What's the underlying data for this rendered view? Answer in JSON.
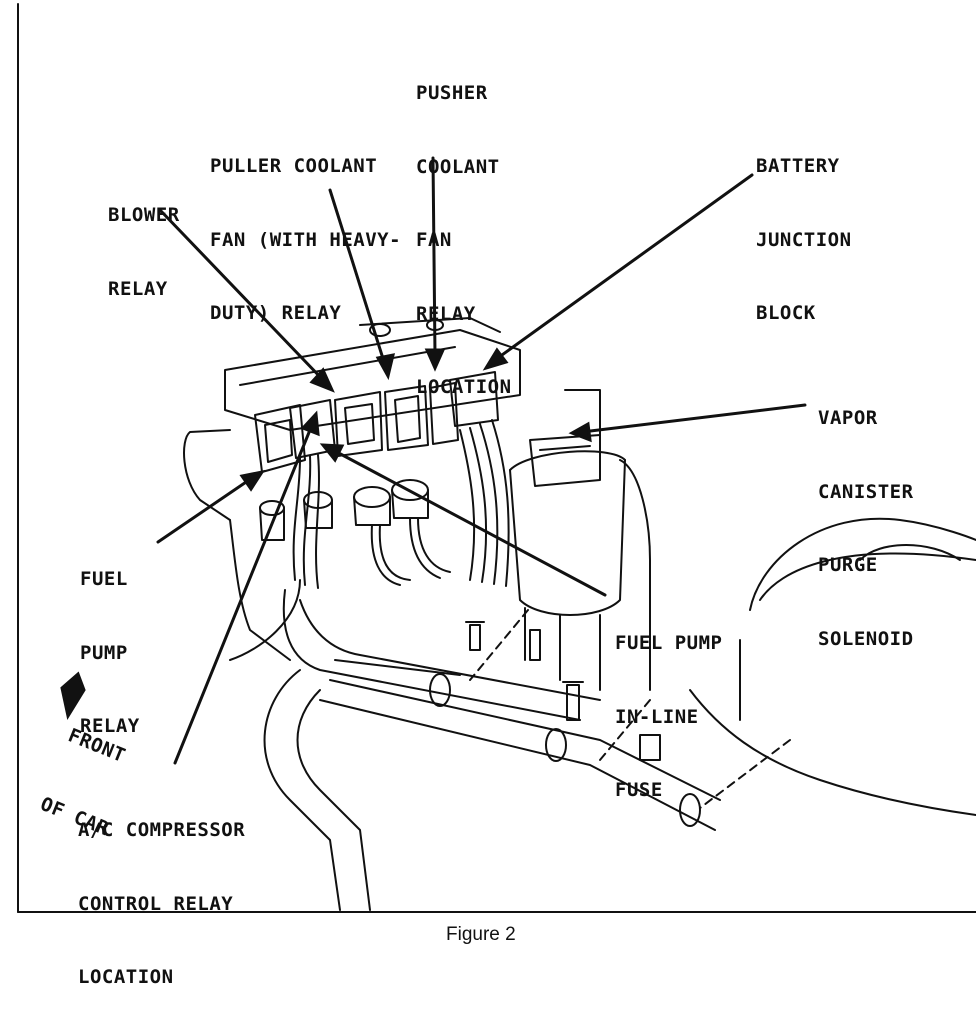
{
  "caption": "Figure 2",
  "labels": {
    "pusher": [
      "PUSHER",
      "COOLANT",
      "FAN",
      "RELAY",
      "LOCATION"
    ],
    "puller": [
      "PULLER COOLANT",
      "FAN (WITH HEAVY-",
      "DUTY) RELAY"
    ],
    "blower": [
      "BLOWER",
      "RELAY"
    ],
    "battery": [
      "BATTERY",
      "JUNCTION",
      "BLOCK"
    ],
    "vapor": [
      "VAPOR",
      "CANISTER",
      "PURGE",
      "SOLENOID"
    ],
    "fuel_pump_relay": [
      "FUEL",
      "PUMP",
      "RELAY"
    ],
    "fuel_fuse": [
      "FUEL PUMP",
      "IN-LINE",
      "FUSE"
    ],
    "front": [
      "FRONT",
      "OF CAR"
    ],
    "ac": [
      "A/C COMPRESSOR",
      "CONTROL RELAY",
      "LOCATION"
    ]
  }
}
